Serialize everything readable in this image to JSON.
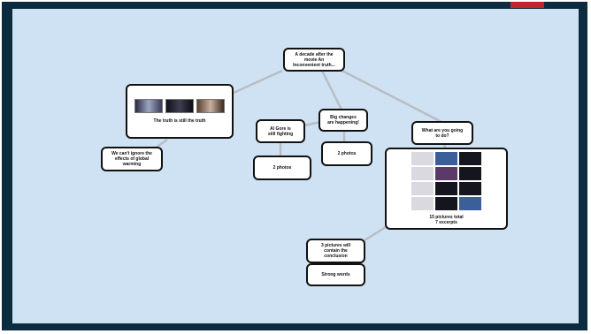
{
  "colors": {
    "frame": "#0c2b3e",
    "canvas": "#cfe2f3",
    "node_border": "#111111",
    "connector": "#b8bdc3",
    "accent_tab": "#c0272d"
  },
  "nodes": {
    "root": {
      "text": "A decade after the\nmovie An\nInconvenient truth..."
    },
    "truth": {
      "text": "The truth is still the truth"
    },
    "ignore": {
      "text": "We can't ignore the\neffects of global\nwarming"
    },
    "big_changes": {
      "text": "Big changes\nare happening!"
    },
    "al_gore": {
      "text": "Al Gore is\nstill fighting"
    },
    "two_photos_left": {
      "text": "2 photos"
    },
    "two_photos_right": {
      "text": "2 photos"
    },
    "what_do": {
      "text": "What are you going\nto do?"
    },
    "pictures_total": {
      "text": "15 pictures total\n7 excerpts"
    },
    "conclusion": {
      "text": "3 pictures will\ncontain the\nconclusion"
    },
    "strong_words": {
      "text": "Strong words"
    }
  }
}
